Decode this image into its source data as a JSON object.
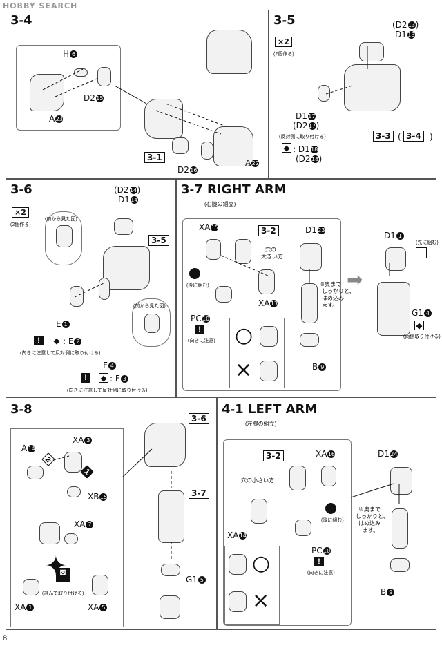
{
  "watermark": "HOBBY SEARCH",
  "page_number": "8",
  "steps": {
    "s3_4": {
      "num": "3",
      "sub": "4",
      "labels": {
        "h6": "H",
        "d2_15": "D2",
        "a23": "A",
        "d2_16": "D2",
        "a22": "A"
      },
      "circles": {
        "h6": "6",
        "d2_15": "15",
        "a23": "23",
        "d2_16": "16",
        "a22": "22"
      },
      "ref_box": "3-1"
    },
    "s3_5": {
      "num": "3",
      "sub": "5",
      "qty": "×2",
      "qty_note": "(2個作る)",
      "labels": {
        "d2_13p": "(D2",
        "d1_13": "D1",
        "d1_17": "D1",
        "d2_17p": "(D2",
        "d1_18": ": D1",
        "d2_18p": "(D2"
      },
      "circles": {
        "d2_13p": "13",
        "d1_13": "13",
        "d1_17": "17",
        "d2_17p": "17",
        "d1_18": "18",
        "d2_18p": "18"
      },
      "note": "(反対側に取り付ける)",
      "ref_a": "3-3",
      "ref_b": "3-4"
    },
    "s3_6": {
      "num": "3",
      "sub": "6",
      "qty": "×2",
      "qty_note": "(2個作る)",
      "labels": {
        "d2_14p": "(D2",
        "d1_14": "D1",
        "e1": "E",
        "e2": ": E",
        "f4": "F",
        "f3": ": F"
      },
      "circles": {
        "d2_14p": "14",
        "d1_14": "14",
        "e1": "1",
        "e2": "2",
        "f4": "4",
        "f3": "3"
      },
      "view_note_a": "(前から見た図)",
      "view_note_b": "(前から見た図)",
      "ref_box": "3-5",
      "note_e": "(向きに注意して反対側に取り付ける)",
      "note_f": "(向きに注意して反対側に取り付ける)"
    },
    "s3_7": {
      "num": "3",
      "sub": "7",
      "heading": "RIGHT ARM",
      "sub_note": "(右腕の組立)",
      "labels": {
        "xa15": "XA",
        "xa13": "XA",
        "pc10": "PC",
        "d1_23": "D1",
        "b9": "B",
        "d1_1": "D1",
        "g1_4": "G1"
      },
      "circles": {
        "xa15": "15",
        "xa13": "13",
        "pc10": "10",
        "d1_23": "23",
        "b9": "9",
        "d1_1": "1",
        "g1_4": "4"
      },
      "ref_box": "3-2",
      "hole_note_1": "穴の",
      "hole_note_2": "大きい方",
      "back_note": "(後に組む)",
      "caution_note": "(向きに注意)",
      "push_note_1": "※奥まで",
      "push_note_2": "しっかりと、",
      "push_note_3": "はめ込み",
      "push_note_4": "ます。",
      "front_note": "(先に組む)",
      "both_note": "(両側取り付ける)"
    },
    "s3_8": {
      "num": "3",
      "sub": "8",
      "labels": {
        "a14": "A",
        "xa3": "XA",
        "xb15": "XB",
        "xa7": "XA",
        "xa1": "XA",
        "xa5": "XA"
      },
      "circles": {
        "a14": "14",
        "xa3": "3",
        "xb15": "15",
        "xa7": "7",
        "xa1": "1",
        "xa5": "5"
      },
      "order_1": "1",
      "order_2": "2",
      "select_note": "(選んで取り付ける)",
      "ref_a": "3-6",
      "ref_b": "3-7",
      "g1_5": "G1",
      "g1_5c": "5"
    },
    "s4_1": {
      "num": "4",
      "sub": "1",
      "heading": "LEFT ARM",
      "sub_note": "(左腕の組立)",
      "labels": {
        "xa16": "XA",
        "xa14": "XA",
        "pc10": "PC",
        "d1_24": "D1",
        "b9": "B"
      },
      "circles": {
        "xa16": "16",
        "xa14": "14",
        "pc10": "10",
        "d1_24": "24",
        "b9": "9"
      },
      "ref_box": "3-2",
      "hole_note": "穴の小さい方",
      "back_note": "(後に組む)",
      "caution_note": "(向きに注意)",
      "push_note_1": "※奥まで",
      "push_note_2": "しっかりと、",
      "push_note_3": "はめ込み",
      "push_note_4": "ます。"
    }
  },
  "symbols": {
    "ok": "○",
    "ng": "×",
    "warn": "!",
    "flip": "◆"
  }
}
